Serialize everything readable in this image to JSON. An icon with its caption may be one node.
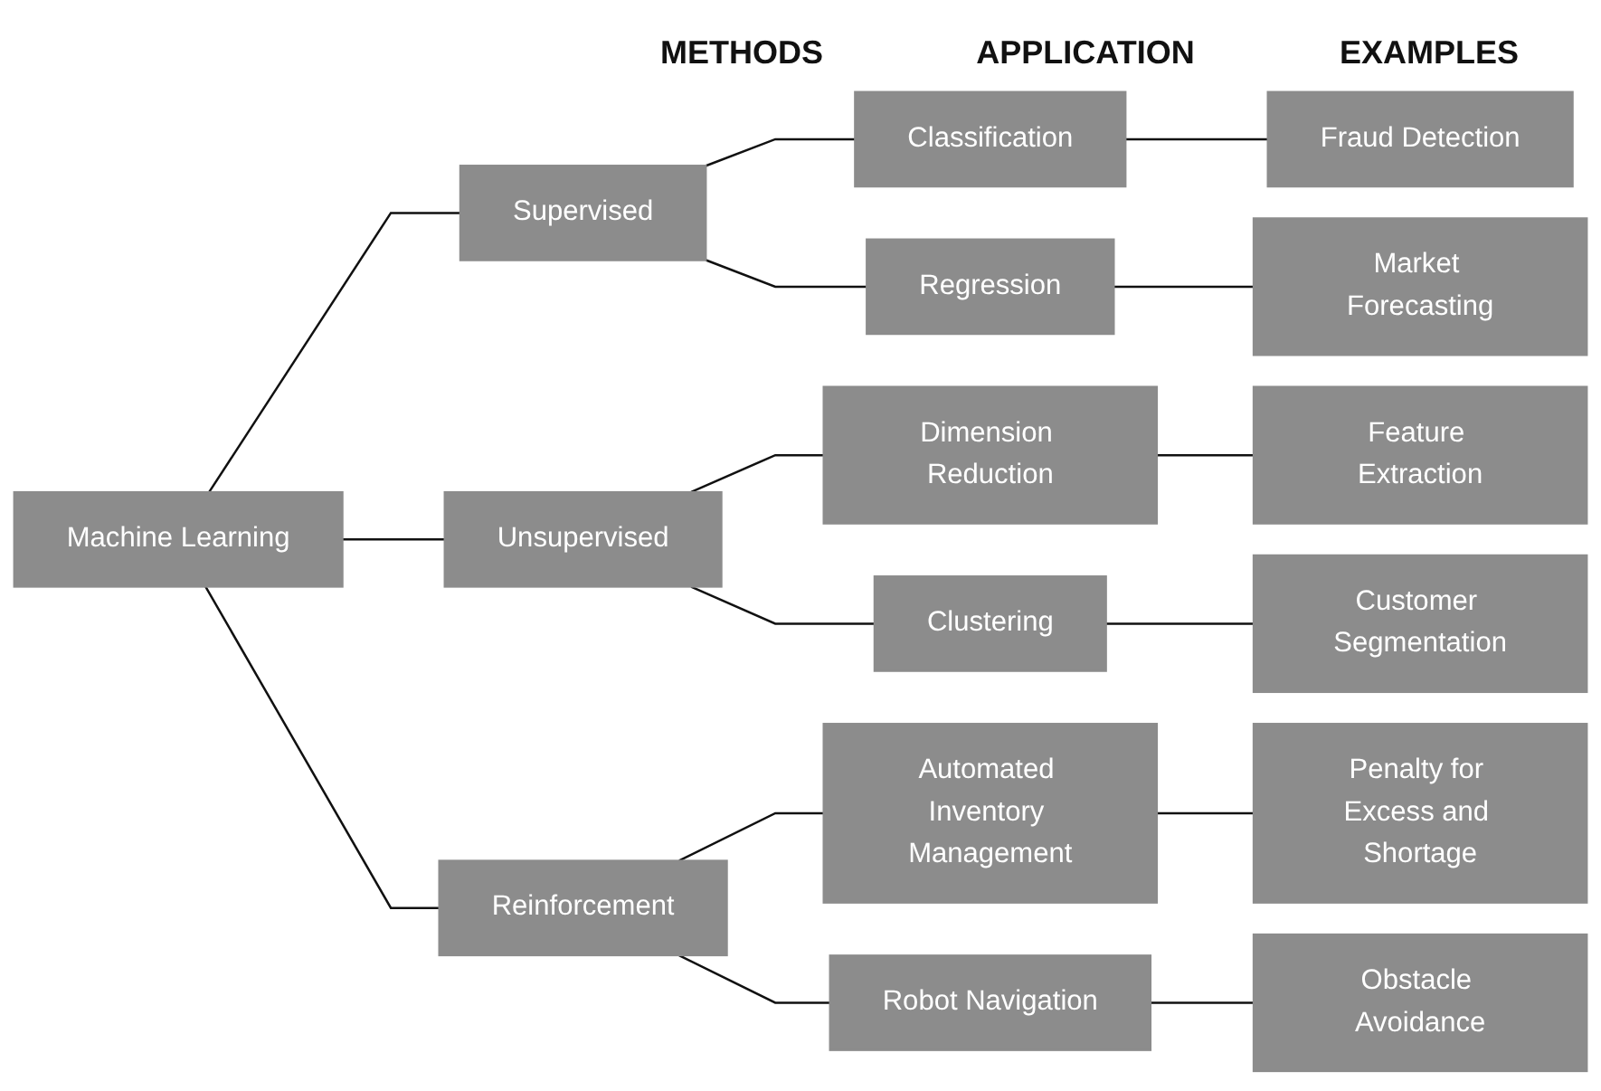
{
  "diagram": {
    "nodes": [
      {
        "text": [
          "Machine Learning"
        ]
      },
      {
        "text": [
          "Supervised"
        ]
      },
      {
        "text": [
          "Unsupervised"
        ]
      },
      {
        "text": [
          "Reinforcement"
        ]
      },
      {
        "text": [
          "Classification"
        ]
      },
      {
        "text": [
          "Regression"
        ]
      },
      {
        "text": [
          "Dimension Reduction"
        ]
      },
      {
        "text": [
          "Clustering"
        ]
      },
      {
        "text": [
          "Automated Inventory Management"
        ]
      },
      {
        "text": [
          "Robot Navigation"
        ]
      },
      {
        "text": [
          "Fraud Detection"
        ]
      },
      {
        "text": [
          "Market Forecasting"
        ]
      },
      {
        "text": [
          "Feature Extraction"
        ]
      },
      {
        "text": [
          "Customer Segmentation"
        ]
      },
      {
        "text": [
          "Penalty for Excess and Shortage"
        ]
      },
      {
        "text": [
          "Obstacle Avoidance"
        ]
      }
    ],
    "edges": [
      {
        "from": 0,
        "to": 1,
        "arrow": "none"
      },
      {
        "from": 0,
        "to": 2,
        "arrow": "none"
      },
      {
        "from": 0,
        "to": 3,
        "arrow": "none"
      },
      {
        "from": 1,
        "to": 4,
        "arrow": "none"
      },
      {
        "from": 1,
        "to": 5,
        "arrow": "none"
      },
      {
        "from": 2,
        "to": 6,
        "arrow": "none"
      },
      {
        "from": 2,
        "to": 7,
        "arrow": "none"
      },
      {
        "from": 3,
        "to": 8,
        "arrow": "none"
      },
      {
        "from": 3,
        "to": 9,
        "arrow": "none"
      },
      {
        "from": 4,
        "to": 10,
        "arrow": "none"
      },
      {
        "from": 5,
        "to": 11,
        "arrow": "none"
      },
      {
        "from": 6,
        "to": 12,
        "arrow": "none"
      },
      {
        "from": 7,
        "to": 13,
        "arrow": "none"
      },
      {
        "from": 8,
        "to": 14,
        "arrow": "none"
      },
      {
        "from": 9,
        "to": 15,
        "arrow": "none"
      }
    ],
    "labels": [
      "METHODS",
      "APPLICATION",
      "EXAMPLES"
    ]
  }
}
